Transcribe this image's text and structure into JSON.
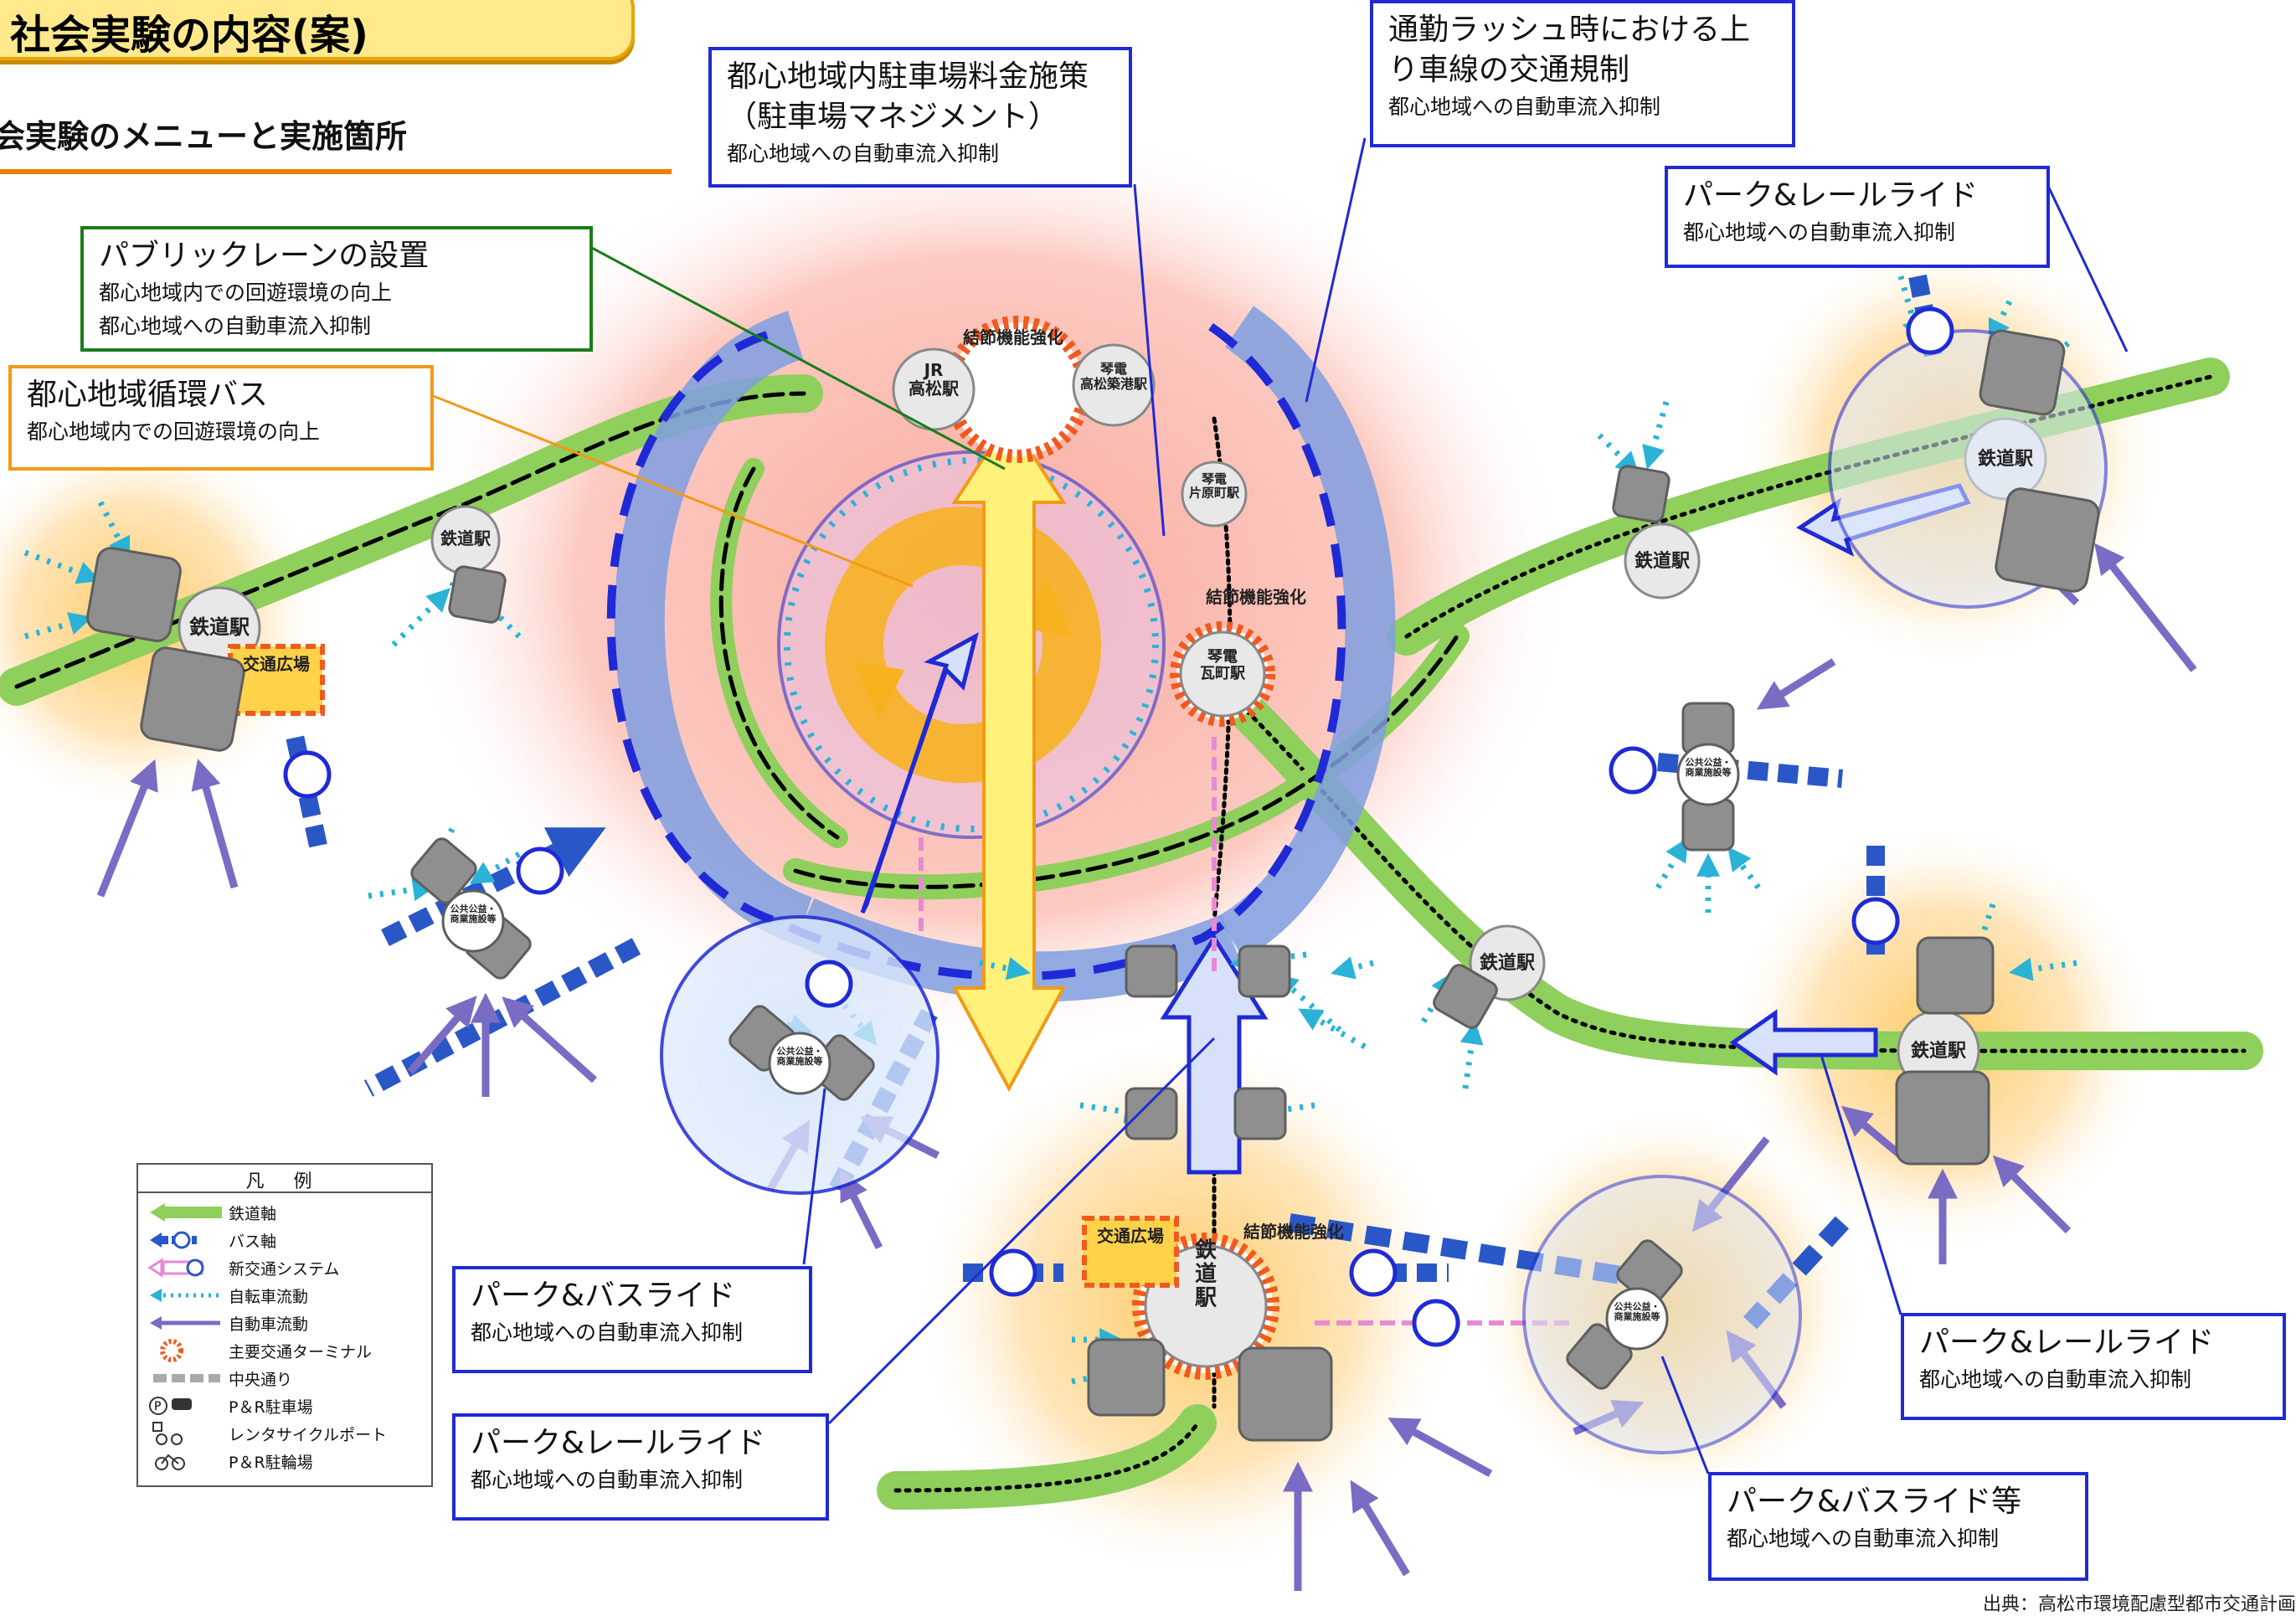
{
  "header": {
    "title": "社会実験の内容(案)",
    "subtitle": "会実験のメニューと実施箇所"
  },
  "callouts": {
    "parking_fee": {
      "title": "都心地域内駐車場料金施策\n（駐車場マネジメント）",
      "sub": "都心地域への自動車流入抑制"
    },
    "rush_hour": {
      "title": "通勤ラッシュ時における上\nり車線の交通規制",
      "sub": "都心地域への自動車流入抑制"
    },
    "park_rail_ne": {
      "title": "パーク&レールライド",
      "sub": "都心地域への自動車流入抑制"
    },
    "public_lane": {
      "title": "パブリックレーンの設置",
      "sub": "都心地域内での回遊環境の向上\n都心地域への自動車流入抑制"
    },
    "loop_bus": {
      "title": "都心地域循環バス",
      "sub": "都心地域内での回遊環境の向上"
    },
    "park_bus_s": {
      "title": "パーク&バスライド",
      "sub": "都心地域への自動車流入抑制"
    },
    "park_rail_s": {
      "title": "パーク&レールライド",
      "sub": "都心地域への自動車流入抑制"
    },
    "park_rail_e": {
      "title": "パーク&レールライド",
      "sub": "都心地域への自動車流入抑制"
    },
    "park_bus_se": {
      "title": "パーク&バスライド等",
      "sub": "都心地域への自動車流入抑制"
    }
  },
  "map_labels": {
    "station": "鉄道駅",
    "station_vertical": "鉄\n道\n駅",
    "traffic_plaza": "交通広場",
    "node_strengthen": "結節機能強化",
    "jr_takamatsu": "JR\n高松駅",
    "kotoden_takamatsuchikko": "琴電\n高松築港駅",
    "kotoden_kataharamachi": "琴電\n片原町駅",
    "kotoden_kawaramachi": "琴電\n瓦町駅",
    "public_facility": "公共公益・\n商業施設等"
  },
  "legend": {
    "heading": "凡 例",
    "items": [
      {
        "label": "鉄道軸",
        "icon": "rail-axis-icon"
      },
      {
        "label": "バス軸",
        "icon": "bus-axis-icon"
      },
      {
        "label": "新交通システム",
        "icon": "new-transit-icon"
      },
      {
        "label": "自転車流動",
        "icon": "bicycle-flow-icon"
      },
      {
        "label": "自動車流動",
        "icon": "car-flow-icon"
      },
      {
        "label": "主要交通ターミナル",
        "icon": "terminal-icon"
      },
      {
        "label": "中央通り",
        "icon": "central-street-icon"
      },
      {
        "label": "P＆R駐車場",
        "icon": "park-ride-parking-icon"
      },
      {
        "label": "レンタサイクルポート",
        "icon": "rental-cycle-icon"
      },
      {
        "label": "P＆R駐輪場",
        "icon": "bike-parking-icon"
      }
    ]
  },
  "source": "出典：高松市環境配慮型都市交通計画",
  "colors": {
    "rail_axis": "#8fcf5c",
    "bus_axis": "#2a57c7",
    "bicycle_flow": "#2ab3d6",
    "car_flow": "#7a6cc4",
    "terminal": "#f05a1e",
    "callout_border": "#1f2ad6",
    "central_street": "#ffe27a"
  }
}
